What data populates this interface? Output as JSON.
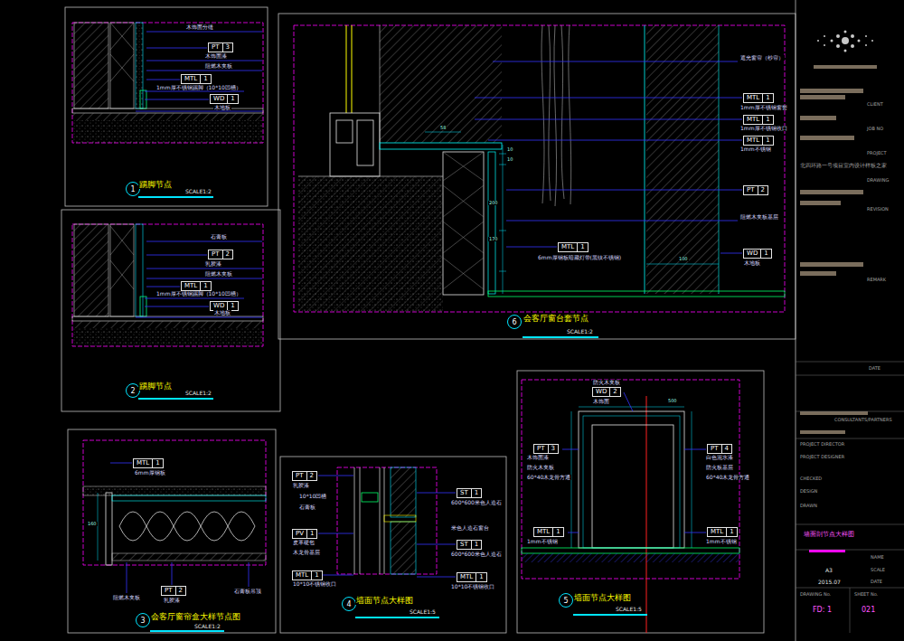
{
  "diagram": {
    "nodes": [
      {
        "text": [
          "PT",
          "3"
        ]
      },
      {
        "text": [
          "MTL",
          "1"
        ]
      },
      {
        "text": [
          "WD",
          "1"
        ]
      },
      {
        "text": [
          "1"
        ]
      },
      {
        "text": [
          "PT",
          "2"
        ]
      },
      {
        "text": [
          "MTL",
          "1"
        ]
      },
      {
        "text": [
          "WD",
          "1"
        ]
      },
      {
        "text": [
          "2"
        ]
      },
      {
        "text": [
          "MTL",
          "1"
        ]
      },
      {
        "text": [
          "MTL",
          "1"
        ]
      },
      {
        "text": [
          "MTL",
          "1"
        ]
      },
      {
        "text": [
          "PT",
          "2"
        ]
      },
      {
        "text": [
          "MTL",
          "1"
        ]
      },
      {
        "text": [
          "WD",
          "1"
        ]
      },
      {
        "text": [
          "6"
        ]
      },
      {
        "text": [
          "MTL",
          "1"
        ]
      },
      {
        "text": [
          "PT",
          "2"
        ]
      },
      {
        "text": [
          "3"
        ]
      },
      {
        "text": [
          "PT",
          "2"
        ]
      },
      {
        "text": [
          "PV",
          "1"
        ]
      },
      {
        "text": [
          "MTL",
          "1"
        ]
      },
      {
        "text": [
          "ST",
          "1"
        ]
      },
      {
        "text": [
          "ST",
          "1"
        ]
      },
      {
        "text": [
          "MTL",
          "1"
        ]
      },
      {
        "text": [
          "4"
        ]
      },
      {
        "text": [
          "WD",
          "2"
        ]
      },
      {
        "text": [
          "PT",
          "3"
        ]
      },
      {
        "text": [
          "PT",
          "4"
        ]
      },
      {
        "text": [
          "MTL",
          "1"
        ]
      },
      {
        "text": [
          "MTL",
          "1"
        ]
      },
      {
        "text": [
          "5"
        ]
      }
    ],
    "labels": [
      "木饰面分缝",
      "木饰面漆",
      "阻燃木夹板",
      "1mm厚不锈钢踢脚（10*10凹槽）",
      "木地板",
      "踢脚节点",
      "SCALE1:2",
      "石膏板",
      "乳胶漆",
      "阻燃木夹板",
      "1mm厚不锈钢踢脚（10*10凹槽）",
      "木地板",
      "踢脚节点",
      "SCALE1:2",
      "遮光窗帘（纱帘）",
      "1mm厚不锈钢窗套",
      "1mm厚不锈钢收口",
      "1mm不锈钢",
      "阻燃木夹板基层",
      "6mm厚钢板暗藏灯带(黑钛不锈钢)",
      "木地板",
      "58",
      "10",
      "10",
      "200",
      "170",
      "100",
      "会客厅窗台套节点",
      "SCALE1:2",
      "6mm厚钢板",
      "160",
      "阻燃木夹板",
      "乳胶漆",
      "石膏板吊顶",
      "会客厅窗帘盒大样节点图",
      "SCALE1:2",
      "乳胶漆",
      "10*10凹槽",
      "石膏板",
      "皮革硬包",
      "木龙骨基层",
      "10*10不锈钢收口",
      "600*600米色人造石",
      "米色人造石窗台",
      "600*600米色人造石",
      "10*10不锈钢收口",
      "墙面节点大样图",
      "SCALE1:5",
      "防火木夹板",
      "木饰面",
      "500",
      "木饰面漆",
      "防火木夹板",
      "60*40木龙骨方通",
      "1mm不锈钢",
      "白色混水漆",
      "防火板基层",
      "60*40木龙骨方通",
      "1mm不锈钢",
      "墙面节点大样图",
      "SCALE1:5",
      "CLIENT",
      "JOB NO",
      "PROJECT",
      "北四环路一号项目室内设计样板之家",
      "DRAWING",
      "REVISION",
      "REMARK",
      "DATE",
      "CONSULTANTS/PARTNERS",
      "PROJECT DIRECTOR",
      "PROJECT DESIGNER",
      "CHECKED",
      "DESIGN",
      "DRAWN",
      "墙面剖节点大样图",
      "NAME",
      "SCALE",
      "A3",
      "DATE",
      "2015.07",
      "DRAWING No.",
      "SHEET No.",
      "FD: 1",
      "021"
    ]
  }
}
